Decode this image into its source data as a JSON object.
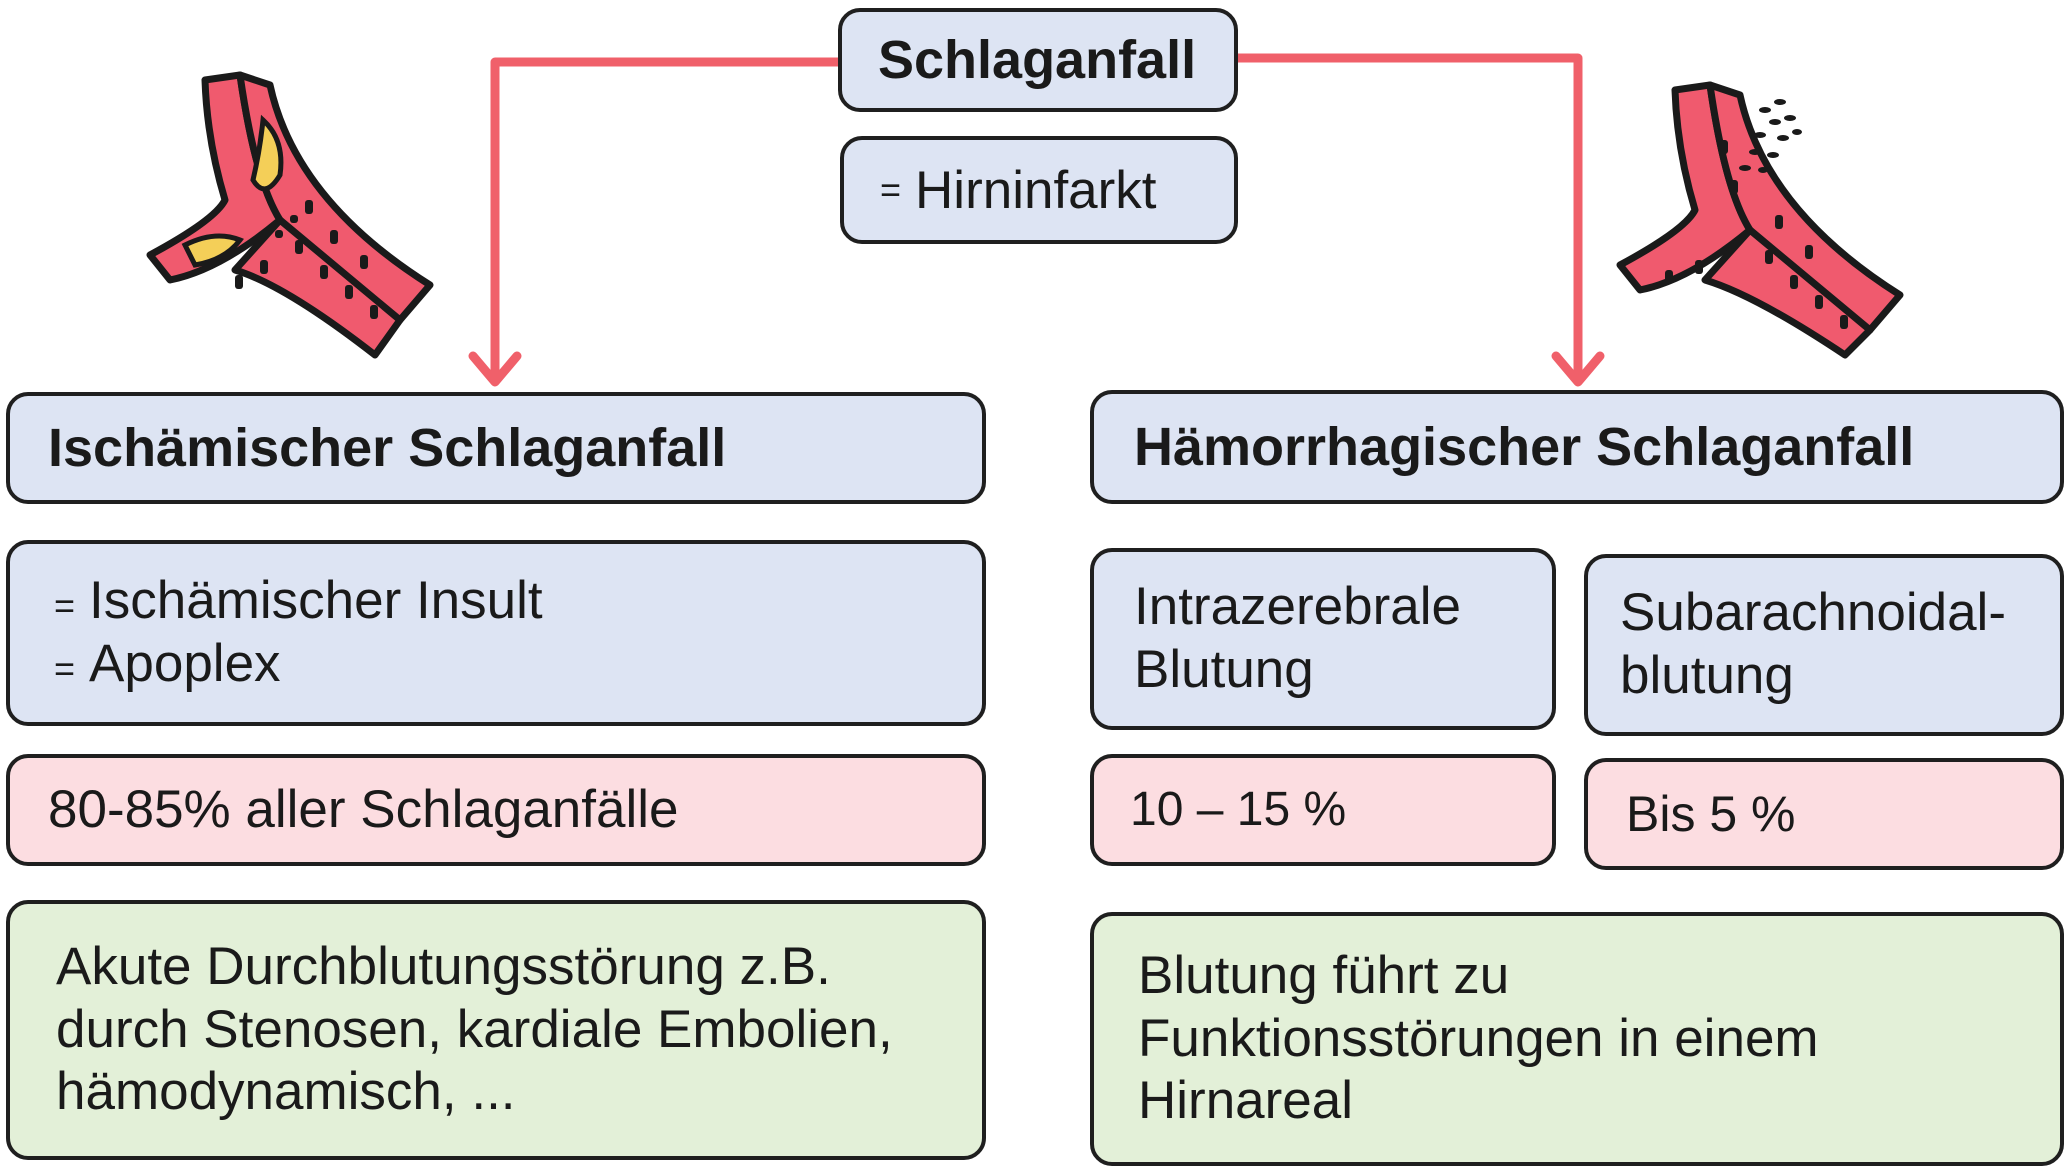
{
  "root": {
    "title": "Schlaganfall",
    "synonym_prefix": "=",
    "synonym": "Hirninfarkt"
  },
  "ischemic": {
    "title": "Ischämischer Schlaganfall",
    "synonyms": [
      {
        "prefix": "=",
        "text": "Ischämischer Insult"
      },
      {
        "prefix": "=",
        "text": "Apoplex"
      }
    ],
    "share": "80-85% aller Schlaganfälle",
    "description": [
      "Akute Durchblutungsstörung z.B.",
      "durch Stenosen, kardiale Embolien,",
      "hämodynamisch, ..."
    ]
  },
  "hemorrhagic": {
    "title": "Hämorrhagischer Schlaganfall",
    "types": [
      {
        "name_lines": [
          "Intrazerebrale",
          "Blutung"
        ],
        "share": "10 – 15 %"
      },
      {
        "name_lines": [
          "Subarachnoidal-",
          "blutung"
        ],
        "share": "Bis 5 %"
      }
    ],
    "description": [
      "Blutung führt zu",
      "Funktionsstörungen in einem",
      "Hirnareal"
    ]
  },
  "colors": {
    "arrow": "#f0606a",
    "box_blue": "#dde4f3",
    "box_pink": "#fcdde1",
    "box_green": "#e3f0d8",
    "vessel": "#f05a6e",
    "plaque": "#f4cf58"
  },
  "icons": {
    "left": "vessel-plaque-icon",
    "right": "vessel-rupture-icon"
  }
}
